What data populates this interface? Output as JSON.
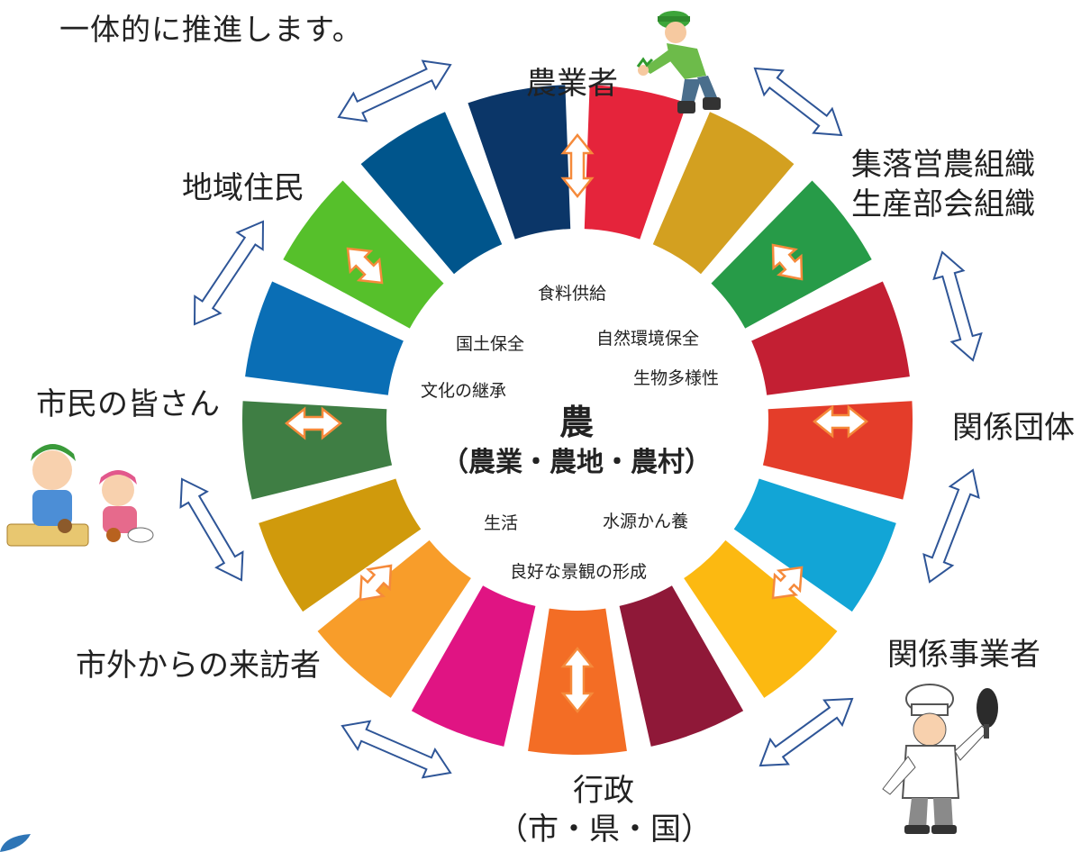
{
  "intro_text": "一体的に推進します。",
  "center": {
    "title": "農",
    "subtitle": "（農業・農地・農村）"
  },
  "functions": {
    "food_supply": "食料供給",
    "land_conservation": "国土保全",
    "nature_conservation": "自然環境保全",
    "biodiversity": "生物多様性",
    "cultural_heritage": "文化の継承",
    "living": "生活",
    "water_source": "水源かん養",
    "landscape": "良好な景観の形成"
  },
  "stakeholders": {
    "farmers": "農業者",
    "village_org": "集落営農組織",
    "production_group": "生産部会組織",
    "related_groups": "関係団体",
    "related_businesses": "関係事業者",
    "administration": "行政",
    "administration_levels": "（市・県・国）",
    "visitors": "市外からの来訪者",
    "citizens": "市民の皆さん",
    "residents": "地域住民"
  },
  "colors": {
    "ring_segments": [
      "#E5243B",
      "#D3A020",
      "#279B48",
      "#C31F33",
      "#E43D2A",
      "#12A5D6",
      "#FCB911",
      "#8F1838",
      "#F36D25",
      "#E01483",
      "#F89D2A",
      "#D09A0C",
      "#3F7E44",
      "#0A6EB5",
      "#56C02B",
      "#00558C",
      "#0B3668"
    ],
    "outer_arrow": "#2E5597",
    "inner_arrow": "#F58A3B"
  }
}
